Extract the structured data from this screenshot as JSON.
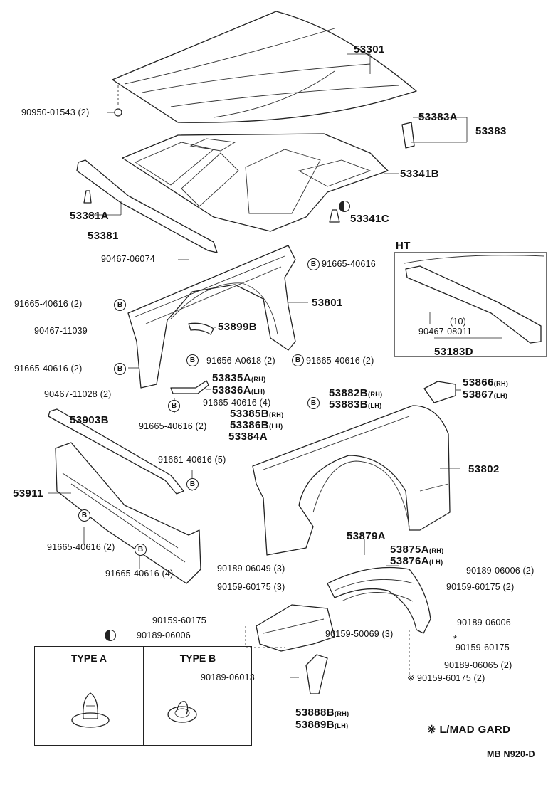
{
  "parts": {
    "p53301": "53301",
    "p9095001543": "90950-01543 (2)",
    "p53383A": "53383A",
    "p53383": "53383",
    "p53341B": "53341B",
    "p53381A": "53381A",
    "p53381": "53381",
    "p53341C": "53341C",
    "p9046706074": "90467-06074",
    "p9166540616_r": "91665-40616",
    "p9166540616_2a": "91665-40616 (2)",
    "p53801": "53801",
    "p9046711039": "90467-11039",
    "p53899B": "53899B",
    "p91656A0618": "91656-A0618 (2)",
    "p9166540616_2b": "91665-40616 (2)",
    "p9166540616_2c": "91665-40616 (2)",
    "p53835A": "53835A",
    "p53836A": "53836A",
    "p9046711028": "90467-11028 (2)",
    "p9166540616_2d": "91665-40616 (2)",
    "p9166540616_4a": "91665-40616 (4)",
    "p53385B": "53385B",
    "p53386B": "53386B",
    "p53384A": "53384A",
    "p53882B": "53882B",
    "p53883B": "53883B",
    "p53866": "53866",
    "p53867": "53867",
    "p53903B": "53903B",
    "p9166140616": "91661-40616 (5)",
    "p53802": "53802",
    "p53911": "53911",
    "p9166540616_2e": "91665-40616 (2)",
    "p9166540616_4b": "91665-40616 (4)",
    "p53879A": "53879A",
    "p53875A": "53875A",
    "p53876A": "53876A",
    "p9018906049": "90189-06049 (3)",
    "p9015960175_3": "90159-60175 (3)",
    "p9018906006_2": "90189-06006 (2)",
    "p9015960175_2": "90159-60175 (2)",
    "p9015960175": "90159-60175",
    "p9018906006": "90189-06006",
    "p9015950069": "90159-50069 (3)",
    "p9018906006_r": "90189-06006",
    "p9015960175_star": "90159-60175",
    "p9018906013": "90189-06013",
    "p9018906065": "90189-06065 (2)",
    "p9015960175_star2": "90159-60175 (2)",
    "p53888B": "53888B",
    "p53889B": "53889B",
    "p9046708011": "90467-08011",
    "p53183D": "53183D",
    "p10": "(10)"
  },
  "side": {
    "rh": "(RH)",
    "lh": "(LH)"
  },
  "marks": {
    "b": "B",
    "star": "※",
    "star_small": "*"
  },
  "inset": {
    "title": "HT"
  },
  "legend": {
    "type_a": "TYPE A",
    "type_b": "TYPE B"
  },
  "note": {
    "text": "※ L/MAD GARD"
  },
  "code": {
    "text": "MB N920-D"
  }
}
